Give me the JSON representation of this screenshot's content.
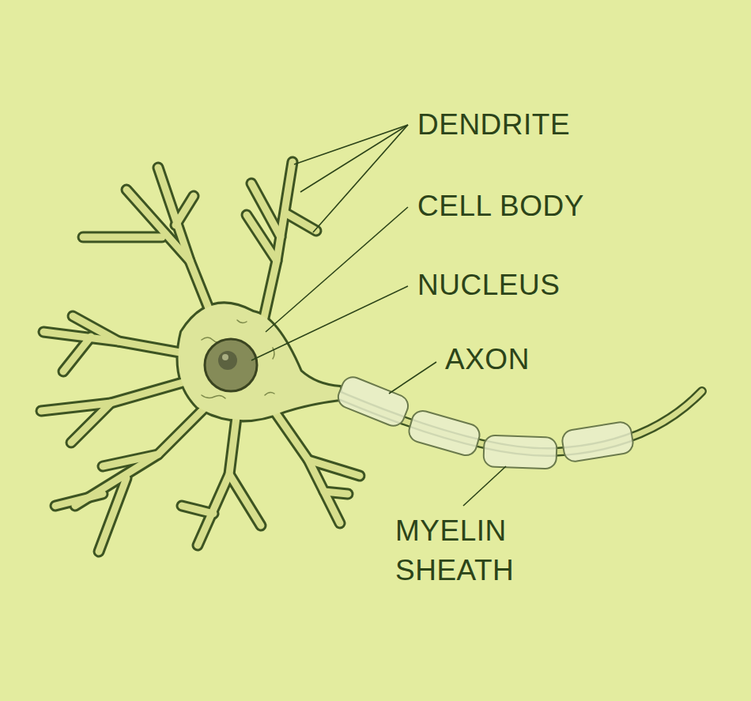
{
  "diagram": {
    "labels": [
      "DENDRITE",
      "CELL BODY",
      "NUCLEUS",
      "AXON",
      "MYELIN SHEATH"
    ]
  }
}
